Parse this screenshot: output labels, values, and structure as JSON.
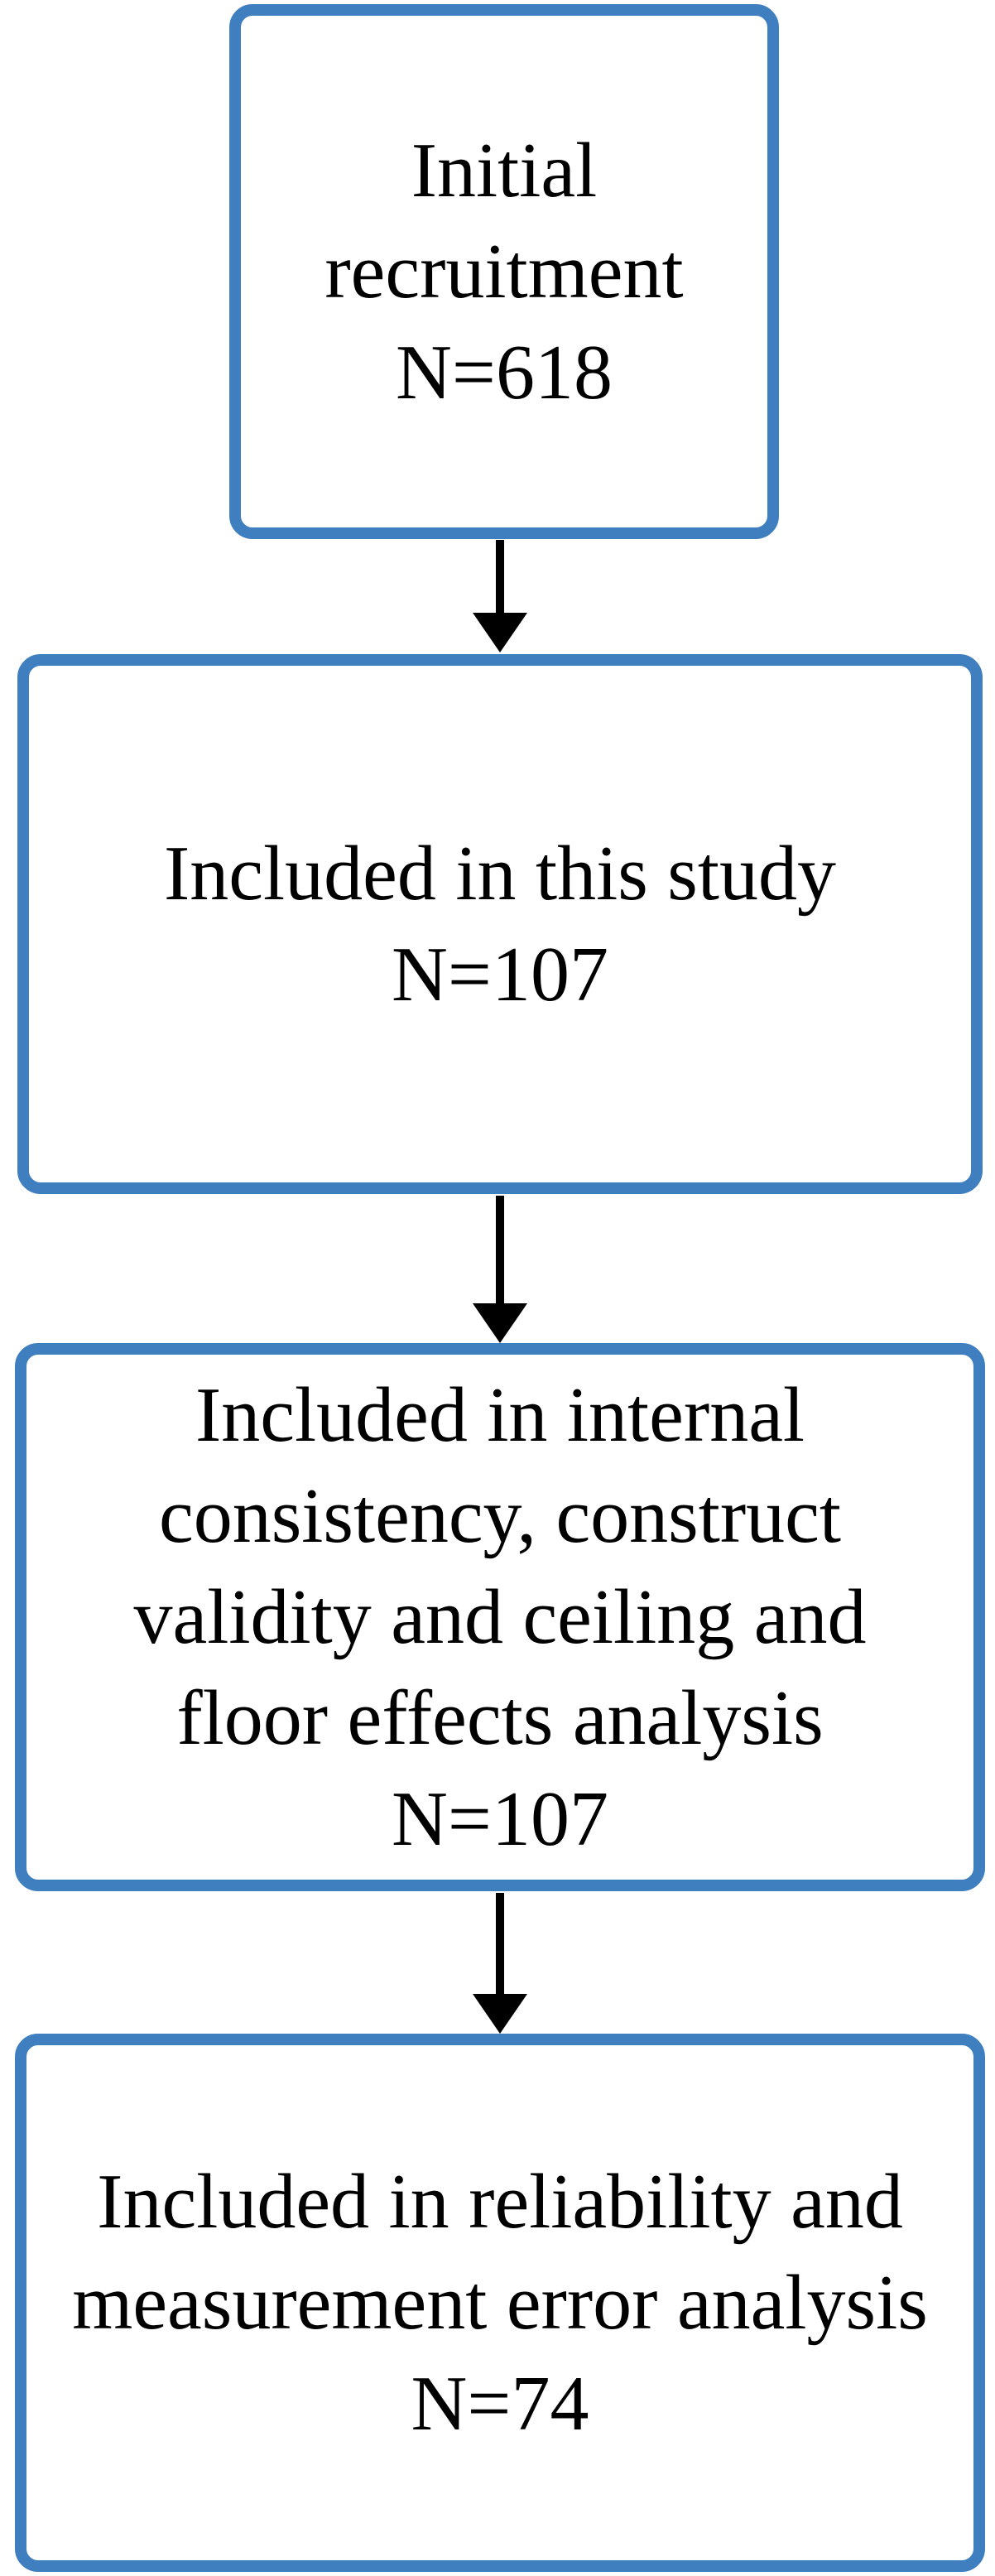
{
  "flowchart": {
    "colors": {
      "box_border": "#3f7fc0",
      "arrow": "#000000",
      "text": "#000000",
      "background": "#ffffff"
    },
    "boxes": [
      {
        "name": "initial-recruitment",
        "lines": [
          "Initial",
          "recruitment",
          "N=618"
        ]
      },
      {
        "name": "included-in-this-study",
        "lines": [
          "Included in this study",
          "N=107"
        ]
      },
      {
        "name": "internal-consistency-construct-validity-ceiling-floor-effects",
        "lines": [
          "Included in internal",
          "consistency, construct",
          "validity and ceiling and",
          "floor effects analysis",
          "N=107"
        ]
      },
      {
        "name": "reliability-and-measurement-error",
        "lines": [
          "Included in reliability and",
          "measurement error analysis",
          "N=74"
        ]
      }
    ]
  }
}
